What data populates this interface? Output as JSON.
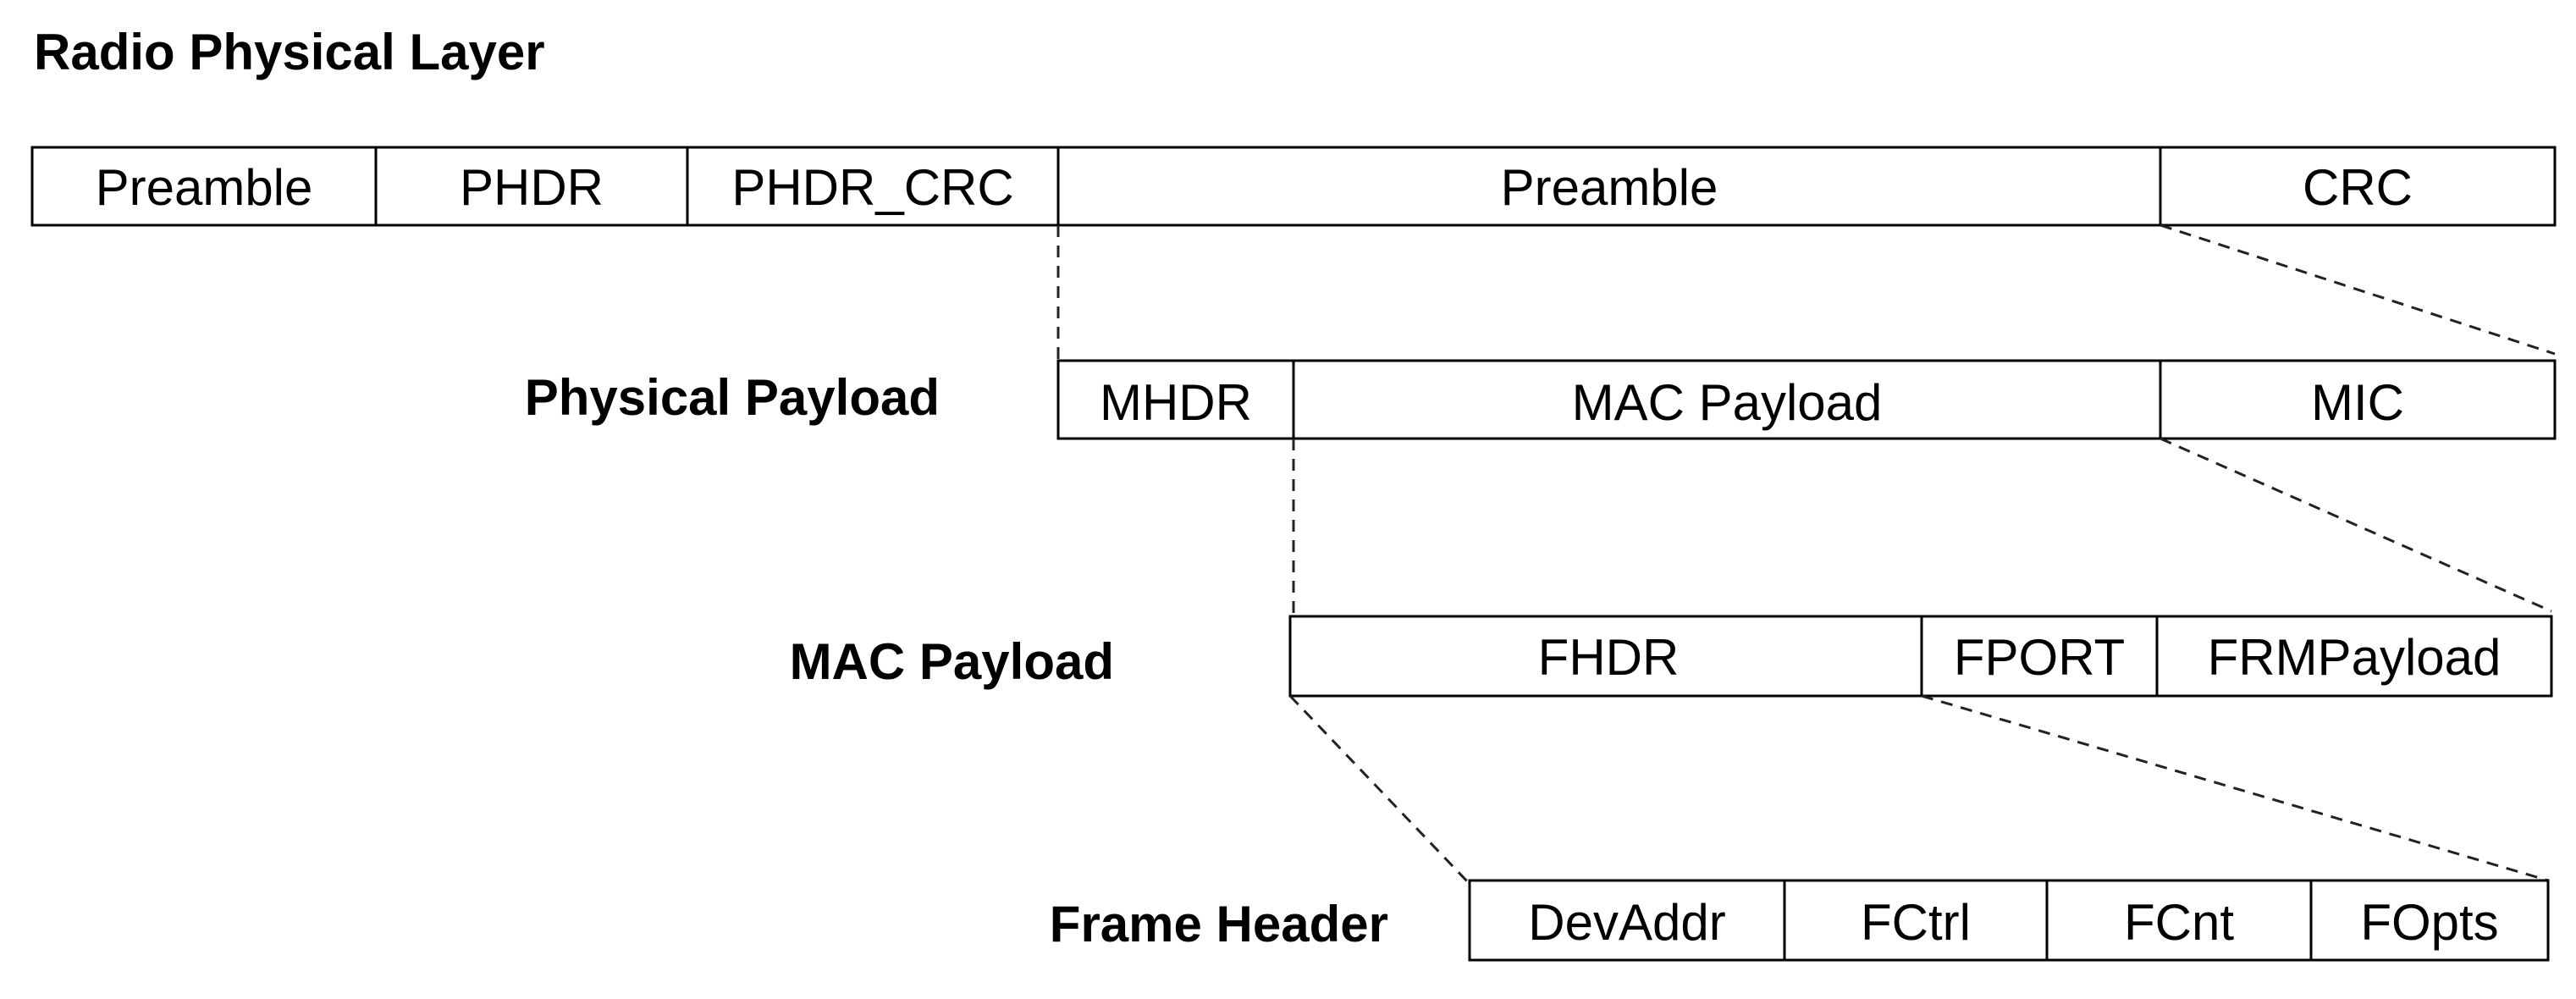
{
  "diagram": {
    "radio_layer": {
      "title": "Radio Physical Layer",
      "cells": [
        "Preamble",
        "PHDR",
        "PHDR_CRC",
        "Preamble",
        "CRC"
      ]
    },
    "physical_payload": {
      "title": "Physical Payload",
      "cells": [
        "MHDR",
        "MAC Payload",
        "MIC"
      ]
    },
    "mac_payload": {
      "title": "MAC Payload",
      "cells": [
        "FHDR",
        "FPORT",
        "FRMPayload"
      ]
    },
    "frame_header": {
      "title": "Frame Header",
      "cells": [
        "DevAddr",
        "FCtrl",
        "FCnt",
        "FOpts"
      ]
    }
  }
}
